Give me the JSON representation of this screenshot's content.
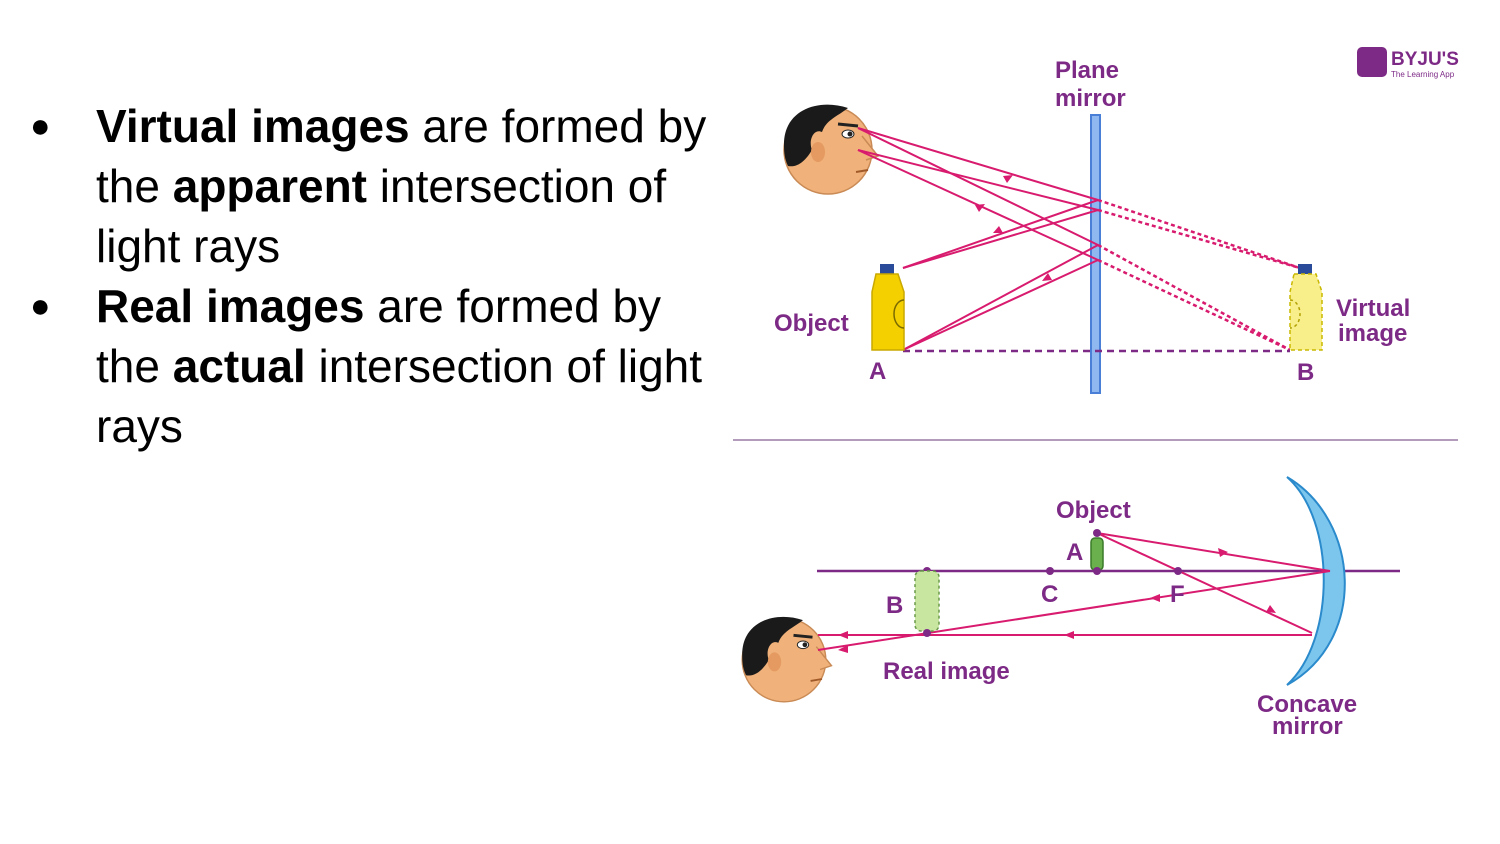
{
  "bullets": [
    {
      "bold": "Virtual images",
      "t1": " are formed by the ",
      "bold2": "apparent",
      "t2": " intersection of light rays"
    },
    {
      "bold": "Real images",
      "t1": " are formed by the ",
      "bold2": "actual",
      "t2": " intersection of light rays"
    }
  ],
  "logo": {
    "name": "BYJU'S",
    "tagline": "The Learning App",
    "letter": "B"
  },
  "plane_diagram": {
    "mirror_label_line1": "Plane",
    "mirror_label_line2": "mirror",
    "object_label": "Object",
    "point_a": "A",
    "point_b": "B",
    "virtual_label_line1": "Virtual",
    "virtual_label_line2": "image"
  },
  "concave_diagram": {
    "object_label": "Object",
    "point_a": "A",
    "point_b": "B",
    "point_c": "C",
    "point_f": "F",
    "real_image_label": "Real image",
    "mirror_label_line1": "Concave",
    "mirror_label_line2": "mirror"
  },
  "colors": {
    "ray": "#d81b6e",
    "label": "#7d2a86",
    "mirror": "#5a8fe0",
    "bottle": "#f5d000"
  }
}
